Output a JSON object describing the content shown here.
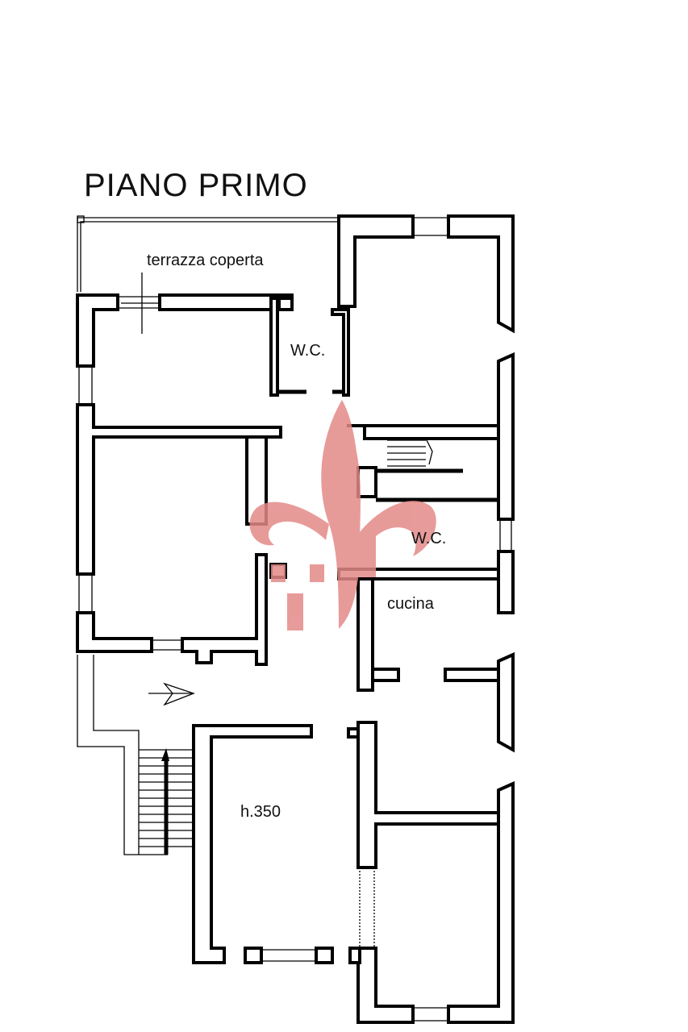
{
  "title": "PIANO PRIMO",
  "rooms": {
    "terrace": "terrazza coperta",
    "wc_top": "W.C.",
    "wc_mid": "W.C.",
    "kitchen": "cucina",
    "height_note": "h.350"
  },
  "colors": {
    "walls": "#000000",
    "watermark": "#e38a88"
  },
  "icons": {
    "watermark": "fleur-de-lis-logo-icon",
    "entrance": "entrance-arrow-icon"
  }
}
